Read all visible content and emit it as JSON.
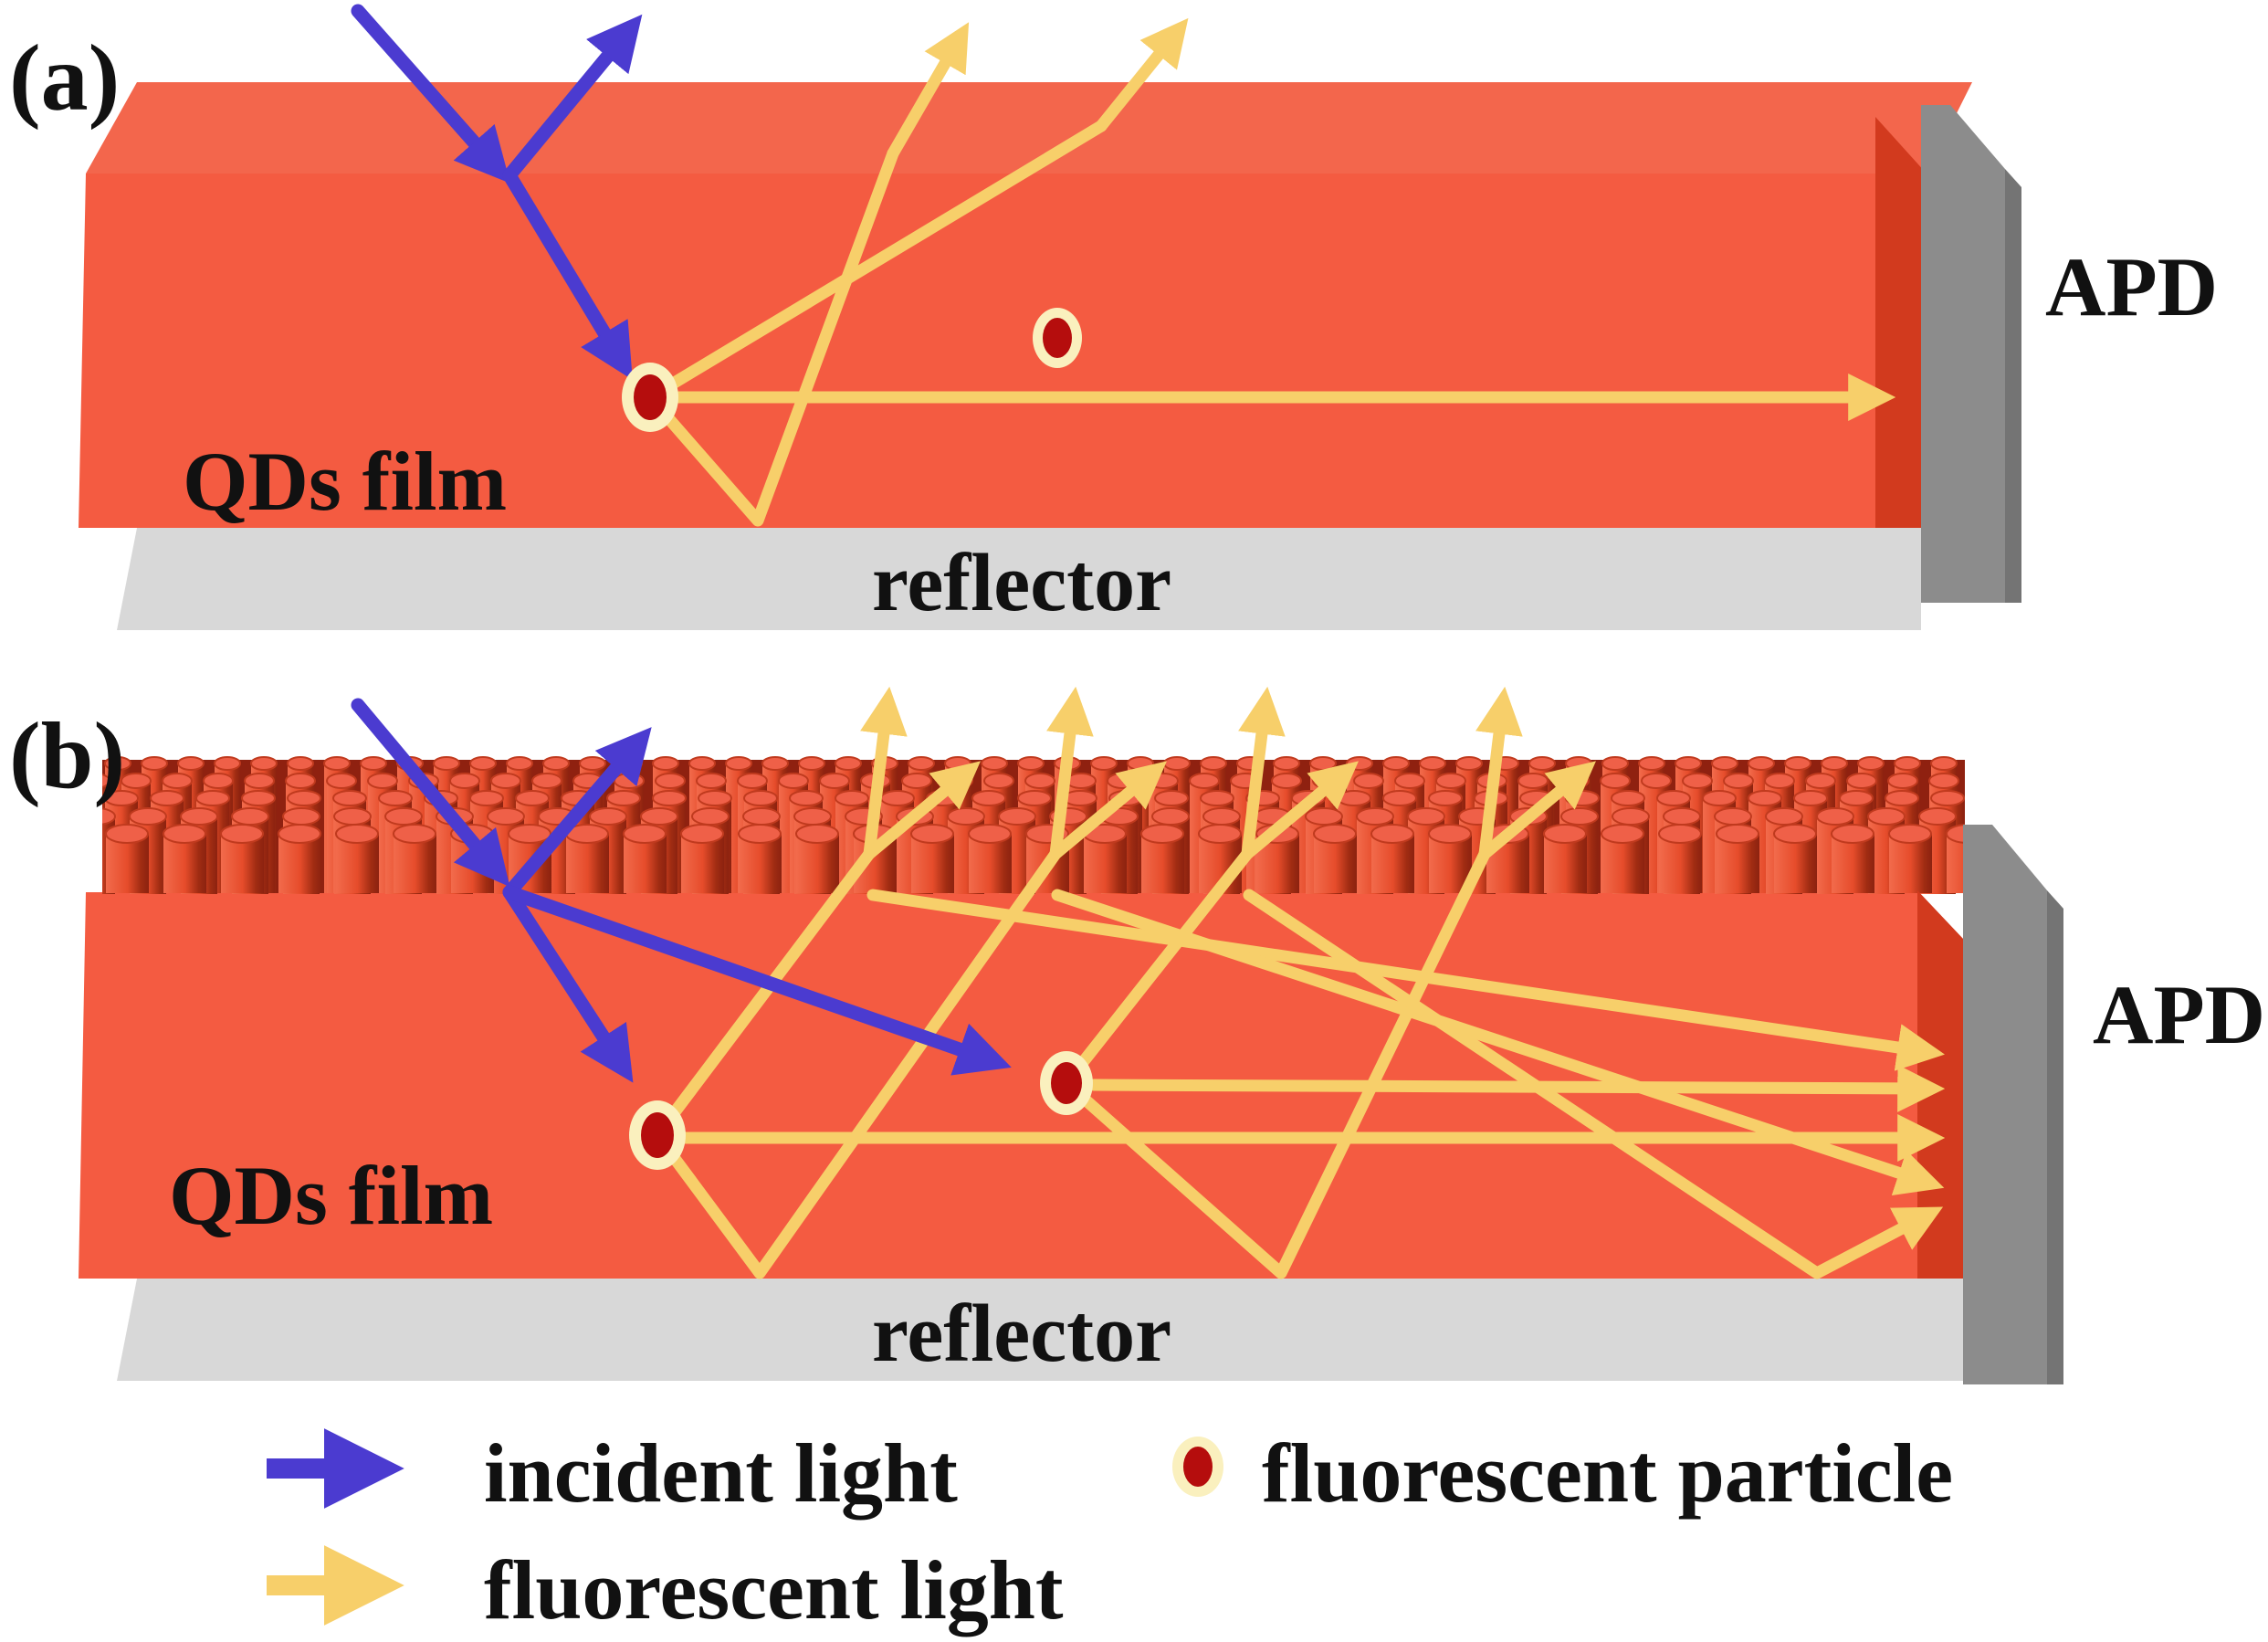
{
  "figure": {
    "type": "schematic-diagram",
    "description_visible_text_only": true,
    "colors": {
      "film_red": "#f45b41",
      "film_top_red": "#f3664c",
      "film_end_dark_red": "#d23a1e",
      "apd_gray": "#8c8c8c",
      "reflector_gray": "#d8d8d8",
      "nanorod_red": "#e64c2b",
      "incident_blue": "#4b3bd0",
      "fluorescent_yellow": "#f7cf6a",
      "particle_core_red": "#b50d0d",
      "particle_ring_cream": "#faf0be",
      "text_black": "#111111"
    }
  },
  "panel_a": {
    "label": "(a)",
    "film_label": "QDs film",
    "reflector_label": "reflector",
    "apd_label": "APD"
  },
  "panel_b": {
    "label": "(b)",
    "film_label": "QDs film",
    "reflector_label": "reflector",
    "apd_label": "APD"
  },
  "legend": {
    "incident_label": "incident light",
    "fluorescent_label": "fluorescent light",
    "particle_label": "fluorescent particle"
  }
}
